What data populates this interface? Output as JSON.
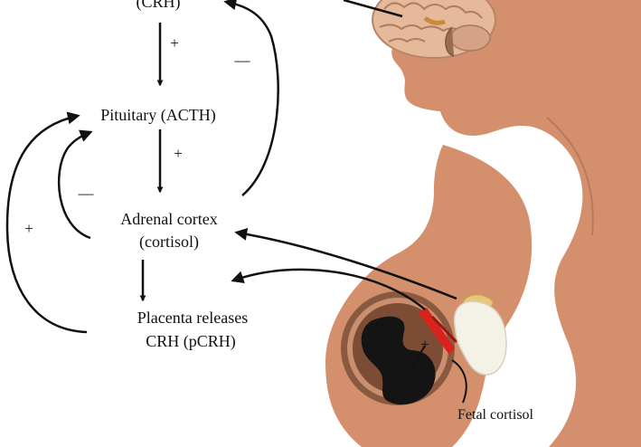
{
  "nodes": {
    "hypothalamus": "(CRH)",
    "pituitary": "Pituitary (ACTH)",
    "adrenal_line1": "Adrenal cortex",
    "adrenal_line2": "(cortisol)",
    "placenta_line1": "Placenta releases",
    "placenta_line2": "CRH (pCRH)",
    "fetal": "Fetal cortisol"
  },
  "signs": {
    "hyp_to_pit": "+",
    "pit_to_adr": "+",
    "adr_to_hyp": "—",
    "adr_to_pit": "—",
    "plac_to_pit": "+",
    "fetal_loop": "+"
  },
  "colors": {
    "silhouette": "#d4906d",
    "ink": "#111111",
    "uterus_outer": "#8a5a40",
    "fetus": "#141414",
    "placenta_red": "#d8231c",
    "adrenal_gland": "#f4f1e6",
    "brain": "#e7b99b"
  }
}
